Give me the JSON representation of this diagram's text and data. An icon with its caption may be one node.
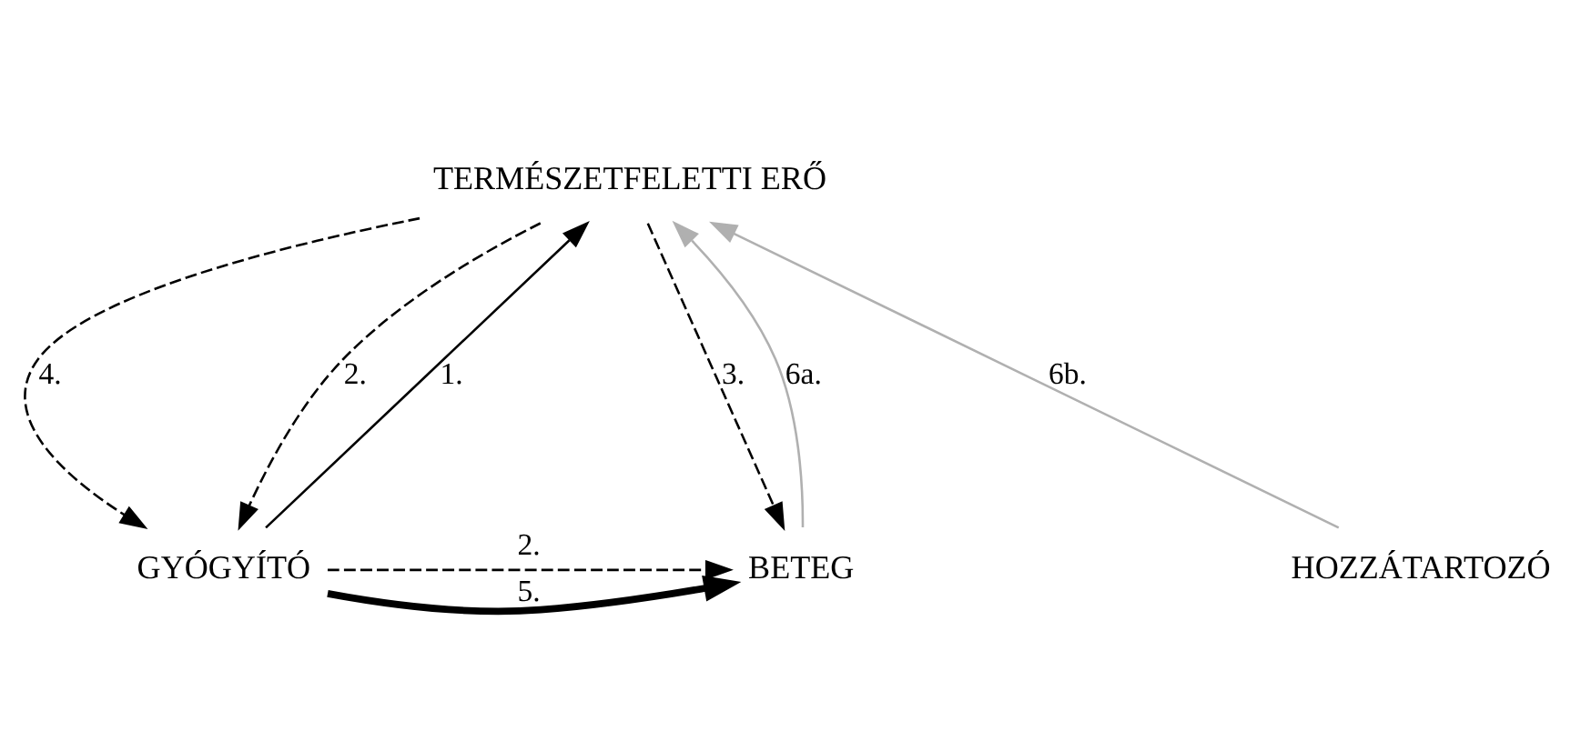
{
  "diagram": {
    "nodes": [
      {
        "text": [
          "TERMÉSZETFELETTI ERŐ"
        ]
      },
      {
        "text": [
          "GYÓGYÍTÓ"
        ]
      },
      {
        "text": [
          "BETEG"
        ]
      },
      {
        "text": [
          "HOZZÁTARTOZÓ"
        ]
      }
    ],
    "edges": [
      {
        "from": 1,
        "to": 0,
        "arrow": "to",
        "label": "1."
      },
      {
        "from": 0,
        "to": 1,
        "arrow": "to",
        "label": "4.",
        "style": "dashed"
      },
      {
        "from": 0,
        "to": 1,
        "arrow": "to",
        "label": "2.",
        "style": "dashed"
      },
      {
        "from": 0,
        "to": 2,
        "arrow": "to",
        "label": "3.",
        "style": "dashed"
      },
      {
        "from": 2,
        "to": 0,
        "arrow": "to",
        "label": "6a.",
        "color": "#b0b0b0"
      },
      {
        "from": 3,
        "to": 0,
        "arrow": "to",
        "label": "6b.",
        "color": "#b0b0b0"
      },
      {
        "from": 1,
        "to": 2,
        "arrow": "to",
        "label": "2.",
        "style": "dashed"
      },
      {
        "from": 1,
        "to": 2,
        "arrow": "to",
        "label": "5.",
        "style": "thick"
      }
    ]
  }
}
